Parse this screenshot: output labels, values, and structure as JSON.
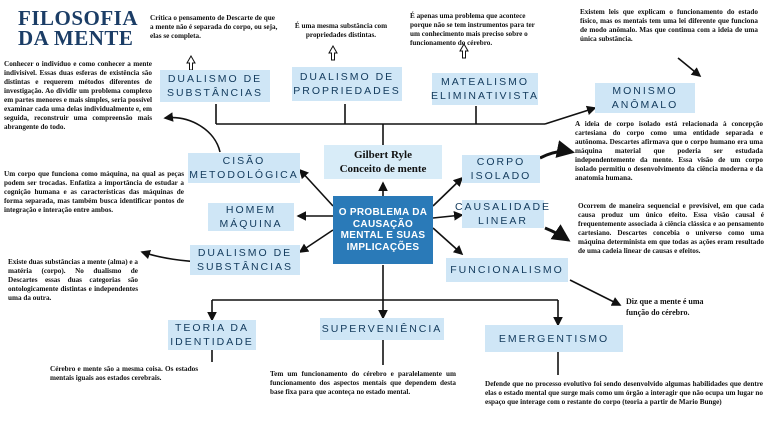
{
  "title": {
    "line1": "FILOSOFIA",
    "line2": "DA MENTE"
  },
  "center": "O PROBLEMA DA CAUSAÇÃO MENTAL E SUAS IMPLICAÇÕES",
  "ryle": {
    "line1": "Gilbert Ryle",
    "line2": "Conceito de mente"
  },
  "concepts": {
    "dualismo_substancias_top": "DUALISMO DE SUBSTÂNCIAS",
    "dualismo_propriedades": "DUALISMO DE PROPRIEDADES",
    "materialismo": "MATEALISMO ELIMINATIVISTA",
    "monismo": "MONISMO ANÔMALO",
    "cisao": "CISÃO METODOLÓGICA",
    "homem_maquina": "HOMEM MÁQUINA",
    "dualismo_substancias_left": "DUALISMO DE SUBSTÂNCIAS",
    "corpo_isolado": "CORPO ISOLADO",
    "causalidade": "CAUSALIDADE LINEAR",
    "funcionalismo": "FUNCIONALISMO",
    "teoria_identidade": "TEORIA DA IDENTIDADE",
    "superveniencia": "SUPERVENIÊNCIA",
    "emergentismo": "EMERGENTISMO"
  },
  "notes": {
    "dualismo_top": "Crítica o pensamento de Descarte de que a mente não é separada do corpo, ou seja, elas se completa.",
    "propriedades": "É uma mesma substância com propriedades distintas.",
    "materialismo": "É apenas uma problema que acontece porque não se tem instrumentos para ter um conhecimento mais preciso sobre o funcionamento do cérebro.",
    "monismo": "Existem leis que explicam o funcionamento do estado físico, mas os mentais tem uma lei diferente que funciona de modo anômalo. Mas que continua com a ideia de uma única substância.",
    "cisao": "Conhecer o indivíduo e como conhecer a mente indivisível. Essas duas esferas de existência são distintas e requerem métodos diferentes de investigação. Ao dividir um problema complexo em partes menores e mais simples, seria possível examinar cada uma delas individualmente e, em seguida, reconstruir uma compreensão mais abrangente do todo.",
    "homem_maquina": "Um corpo que funciona como máquina, na qual as peças podem ser trocadas. Enfatiza a importância de estudar a cognição humana e as características das máquinas de forma separada, mas também busca identificar pontos de integração e interação entre ambos.",
    "dualismo_left": "Existe duas substâncias a mente (alma) e a matéria (corpo). No dualismo de Descartes essas duas categorias são ontologicamente distintas e independentes uma da outra.",
    "corpo_isolado": "A ideia de corpo isolado está relacionada à concepção cartesiana do corpo como uma entidade separada e autônoma. Descartes afirmava que o corpo humano era uma máquina material que poderia ser estudada independentemente da mente. Essa visão de um corpo isolado permitiu o desenvolvimento da ciência moderna e da anatomia humana.",
    "causalidade": "Ocorrem de maneira sequencial e previsível, em que cada causa produz um único efeito. Essa visão causal é frequentemente associada à ciência clássica e ao pensamento cartesiano. Descartes concebia o universo como uma máquina determinista em que todas as ações eram resultado de uma cadeia linear de causas e efeitos.",
    "funcionalismo": "Diz que a mente é uma função do cérebro.",
    "identidade": "Cérebro e mente são a mesma coisa. Os estados mentais iguais aos estados cerebrais.",
    "superveniencia": "Tem um funcionamento do cérebro e paralelamente um funcionamento dos aspectos mentais que dependem desta base fixa para que aconteça no estado mental.",
    "emergentismo": "Defende que no processo evolutivo foi sendo desenvolvido algumas habilidades que dentre elas o estado mental que surge mais como um órgão a interagir que não ocupa um lugar no espaço que interage com o restante do corpo (teoria a partir de Mario Bunge)"
  },
  "colors": {
    "box": "#cfe6f6",
    "center": "#2a7ab8",
    "title": "#1b3d66",
    "line": "#111111"
  }
}
